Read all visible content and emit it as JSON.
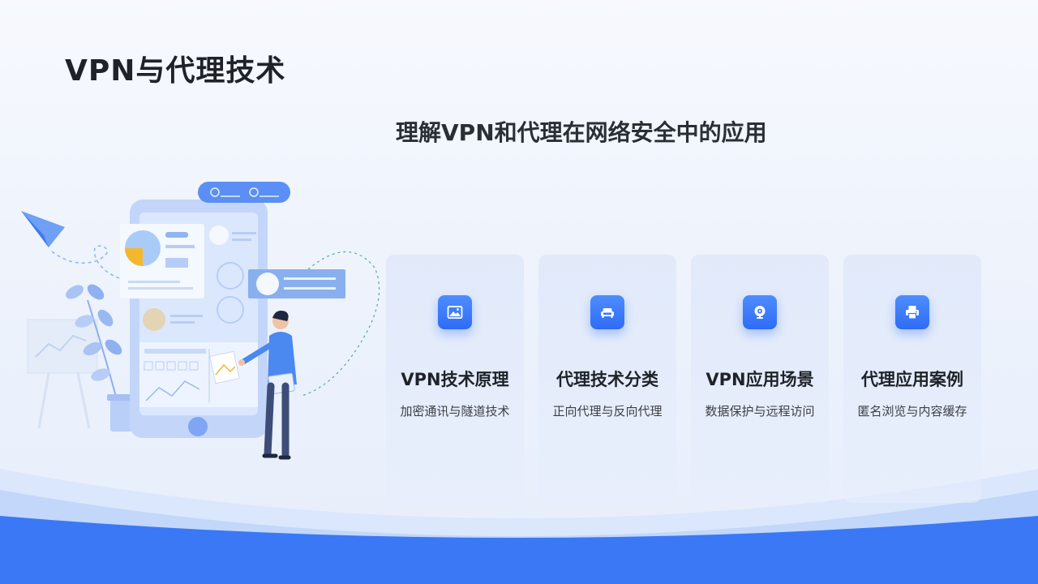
{
  "page": {
    "title": "VPN与代理技术",
    "subtitle": "理解VPN和代理在网络安全中的应用"
  },
  "colors": {
    "accent": "#2f6cf6",
    "wave": "#3a78f5",
    "text_dark": "#1f2329"
  },
  "cards": [
    {
      "title": "VPN技术原理",
      "desc": "加密通讯与隧道技术",
      "icon": "image-icon"
    },
    {
      "title": "代理技术分类",
      "desc": "正向代理与反向代理",
      "icon": "sofa-icon"
    },
    {
      "title": "VPN应用场景",
      "desc": "数据保护与远程访问",
      "icon": "webcam-icon"
    },
    {
      "title": "代理应用案例",
      "desc": "匿名浏览与内容缓存",
      "icon": "printer-icon"
    }
  ]
}
